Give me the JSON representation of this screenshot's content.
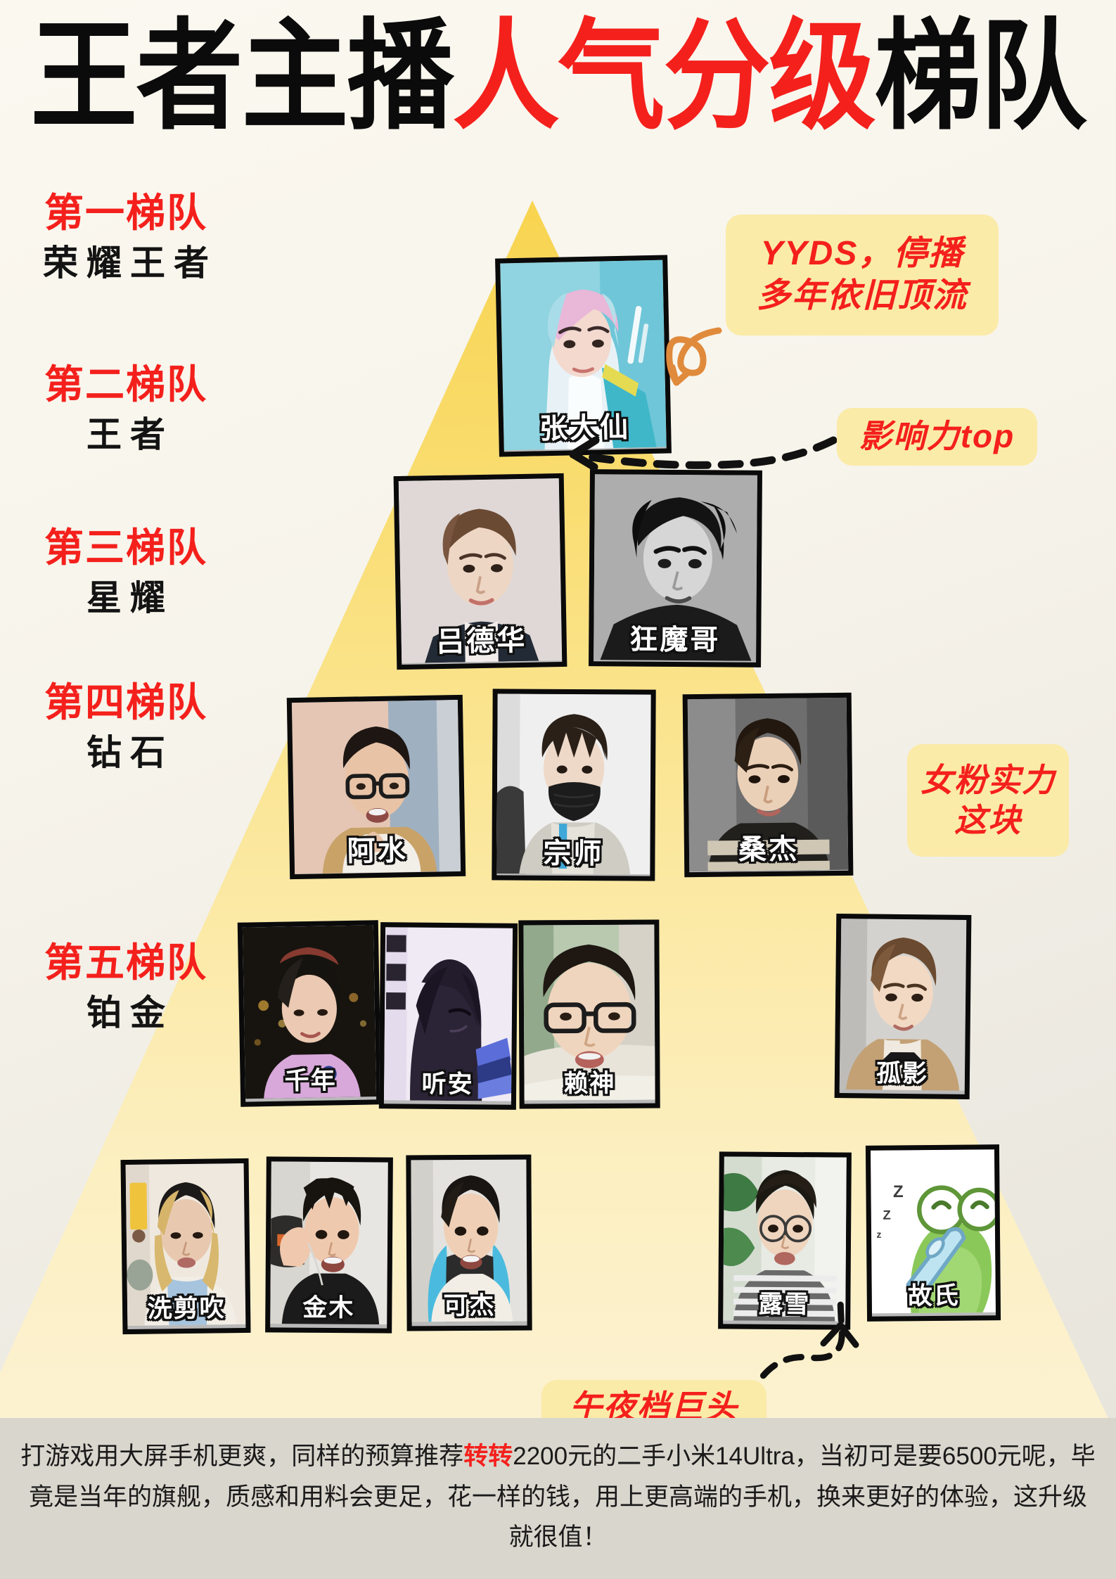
{
  "title": {
    "part1": "王者主播",
    "part2_red": "人气分级",
    "part3": "梯队",
    "full": "王者主播人气分级梯队"
  },
  "colors": {
    "accent_red": "#F4201C",
    "bubble_bg": "#FBEBA8",
    "pyramid_top": "#F9D95C",
    "pyramid_bottom": "#FBF1CE",
    "page_bg": "#F5F2EA",
    "footer_bg": "#D9D6CD"
  },
  "tiers": [
    {
      "rank": "第一梯队",
      "rankname": "荣耀王者",
      "streamers": [
        {
          "name": "张大仙"
        }
      ]
    },
    {
      "rank": "第二梯队",
      "rankname": "王者",
      "streamers": [
        {
          "name": "吕德华"
        },
        {
          "name": "狂魔哥"
        }
      ]
    },
    {
      "rank": "第三梯队",
      "rankname": "星耀",
      "streamers": [
        {
          "name": "阿水"
        },
        {
          "name": "宗师"
        },
        {
          "name": "桑杰"
        }
      ]
    },
    {
      "rank": "第四梯队",
      "rankname": "钻石",
      "streamers": [
        {
          "name": "千年"
        },
        {
          "name": "听安"
        },
        {
          "name": "赖神"
        },
        {
          "name": "孤影"
        }
      ]
    },
    {
      "rank": "第五梯队",
      "rankname": "铂金",
      "streamers": [
        {
          "name": "洗剪吹"
        },
        {
          "name": "金木"
        },
        {
          "name": "可杰"
        },
        {
          "name": "露雪"
        },
        {
          "name": "故氏"
        }
      ]
    }
  ],
  "callouts": [
    {
      "id": "yyds",
      "lines": [
        "YYDS，停播",
        "多年依旧顶流"
      ]
    },
    {
      "id": "influence",
      "lines": [
        "影响力top"
      ]
    },
    {
      "id": "fans",
      "lines": [
        "女粉实力",
        "这块"
      ]
    },
    {
      "id": "midnight",
      "lines": [
        "午夜档巨头"
      ]
    }
  ],
  "footer": {
    "seg1": "打游戏用大屏手机更爽，同样的预算推荐",
    "seg2_red": "转转",
    "seg3": "2200元的二手小米14Ultra，当初可是要6500元呢，毕竟是当年的旗舰，质感和用料会更足，花一样的钱，用上更高端的手机，换来更好的体验，这升级就很值！"
  }
}
